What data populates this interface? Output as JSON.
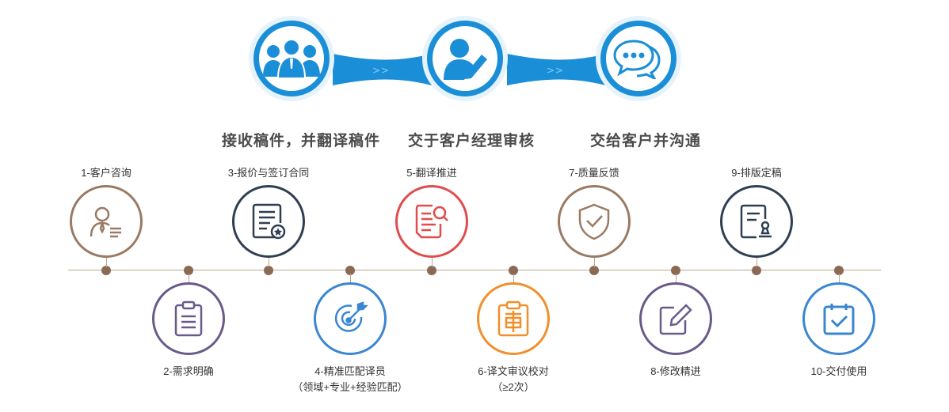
{
  "stages": [
    {
      "label": "接收稿件，并翻译稿件",
      "icon": "team-icon"
    },
    {
      "label": "交于客户经理审核",
      "icon": "manager-edit-icon"
    },
    {
      "label": "交给客户并沟通",
      "icon": "chat-icon"
    }
  ],
  "connector_glyph": ">>",
  "steps": [
    {
      "label": "1-客户咨询",
      "sub": "",
      "icon": "consultant-icon",
      "color": "#9a7a64"
    },
    {
      "label": "2-需求明确",
      "sub": "",
      "icon": "clipboard-icon",
      "color": "#6a5a8a"
    },
    {
      "label": "3-报价与签订合同",
      "sub": "",
      "icon": "contract-icon",
      "color": "#2f3e52"
    },
    {
      "label": "4-精准匹配译员",
      "sub": "（领域+专业+经验匹配）",
      "icon": "target-icon",
      "color": "#3a86d0"
    },
    {
      "label": "5-翻译推进",
      "sub": "",
      "icon": "document-search-icon",
      "color": "#e24b4b"
    },
    {
      "label": "6-译文审议校对",
      "sub": "（≥2次）",
      "icon": "review-stamp-icon",
      "color": "#f0902a"
    },
    {
      "label": "7-质量反馈",
      "sub": "",
      "icon": "shield-check-icon",
      "color": "#9a7a64"
    },
    {
      "label": "8-修改精进",
      "sub": "",
      "icon": "edit-icon",
      "color": "#6a5a8a"
    },
    {
      "label": "9-排版定稿",
      "sub": "",
      "icon": "finalize-stamp-icon",
      "color": "#2f3e52"
    },
    {
      "label": "10-交付使用",
      "sub": "",
      "icon": "calendar-check-icon",
      "color": "#3a86d0"
    }
  ],
  "colors": {
    "primary_blue": "#1a8fd8",
    "timeline": "#8a6a55"
  }
}
